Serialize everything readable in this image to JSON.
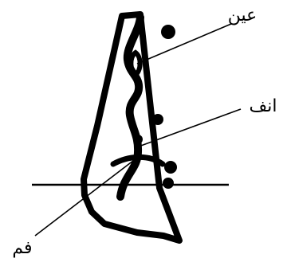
{
  "labels": {
    "eye": "عين",
    "nose": "انف",
    "mouth": "فم"
  }
}
